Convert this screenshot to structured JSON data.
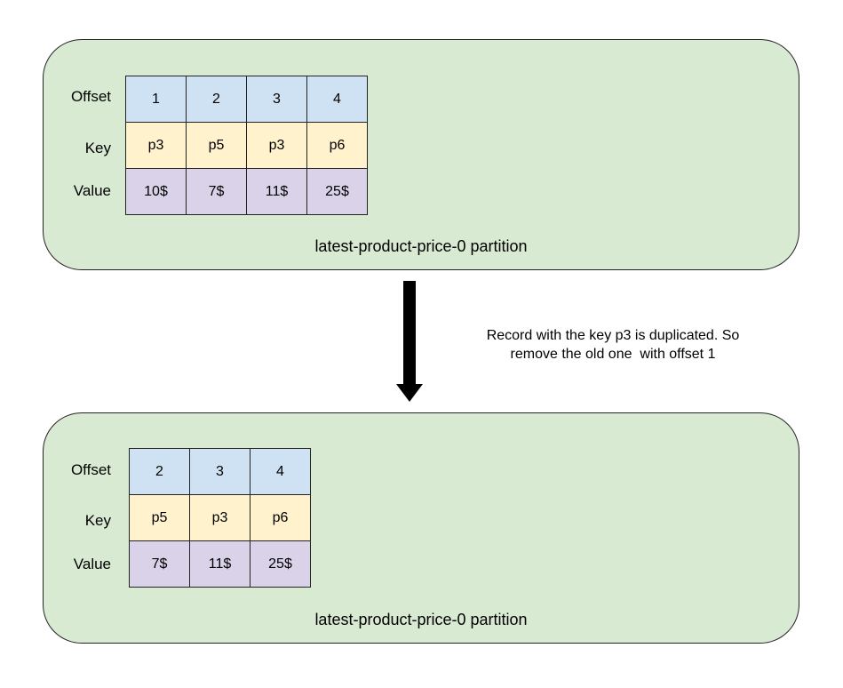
{
  "labels": {
    "offset": "Offset",
    "key": "Key",
    "value": "Value"
  },
  "before": {
    "caption": "latest-product-price-0 partition",
    "records": [
      {
        "offset": "1",
        "key": "p3",
        "value": "10$"
      },
      {
        "offset": "2",
        "key": "p5",
        "value": "7$"
      },
      {
        "offset": "3",
        "key": "p3",
        "value": "11$"
      },
      {
        "offset": "4",
        "key": "p6",
        "value": "25$"
      }
    ]
  },
  "note": {
    "line1": "Record with the key p3 is duplicated. So",
    "line2": "remove the old one  with offset 1"
  },
  "after": {
    "caption": "latest-product-price-0 partition",
    "records": [
      {
        "offset": "2",
        "key": "p5",
        "value": "7$"
      },
      {
        "offset": "3",
        "key": "p3",
        "value": "11$"
      },
      {
        "offset": "4",
        "key": "p6",
        "value": "25$"
      }
    ]
  },
  "colors": {
    "panel": "#d9ead3",
    "offset_row": "#cfe2f3",
    "key_row": "#fff2cc",
    "value_row": "#d9d2e9",
    "arrow": "#000000"
  }
}
